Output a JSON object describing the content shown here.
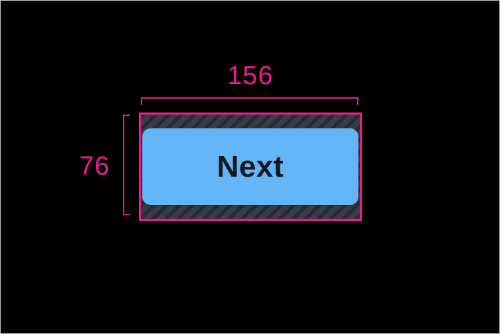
{
  "figure": {
    "background": "#000000",
    "frame_border_color": "#c6c6c6"
  },
  "dimensions": {
    "width_label": "156",
    "height_label": "76",
    "annotation_color": "#ee1b8f"
  },
  "button": {
    "label": "Next",
    "fill_color": "#64b5f6",
    "text_color": "#15181c"
  },
  "padding_hatch": {
    "base_color": "#363d46",
    "stripe_color": "#262b33"
  }
}
